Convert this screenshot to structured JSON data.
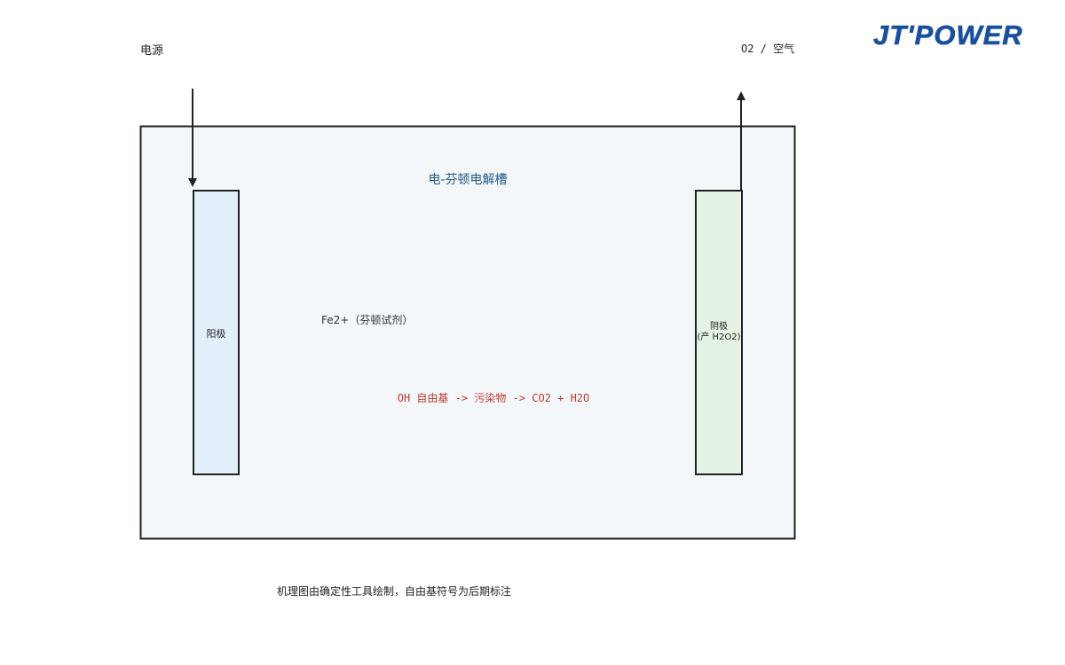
{
  "brand": {
    "logo_text": "JT'POWER",
    "logo_color": "#1a4fa0",
    "watermark_text": "JT'POWER"
  },
  "diagram": {
    "power_label": "电源",
    "gas_label": "O2 / 空气",
    "tank_title": "电-芬顿电解槽",
    "anode_label": "阳极",
    "cathode_label_line1": "阴极",
    "cathode_label_line2": "(产 H2O2)",
    "reagent_label": "Fe2+（芬顿试剂）",
    "reaction_label": "OH 自由基 -> 污染物 -> CO2 + H2O",
    "tank_fill": "#f3f7fa",
    "anode_fill": "#e3effa",
    "cathode_fill": "#e4f3e4",
    "reaction_color": "#c0392b",
    "title_color": "#1e5a8a"
  },
  "footer": {
    "note": "机理图由确定性工具绘制，自由基符号为后期标注"
  }
}
